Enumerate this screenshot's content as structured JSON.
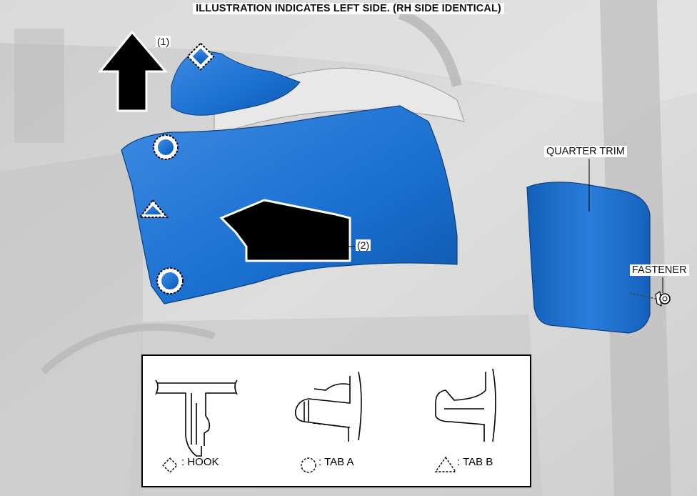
{
  "title": "ILLUSTRATION INDICATES LEFT SIDE. (RH SIDE IDENTICAL)",
  "steps": {
    "step1": "(1)",
    "step2": "(2)"
  },
  "callouts": {
    "quarter_trim": "QUARTER TRIM",
    "fastener": "FASTENER"
  },
  "legend": {
    "hook": ": HOOK",
    "tab_a": ": TAB A",
    "tab_b": ": TAB B"
  },
  "colors": {
    "trim_blue": "#1a6fd0",
    "background_gray": "#d4d4d4"
  }
}
